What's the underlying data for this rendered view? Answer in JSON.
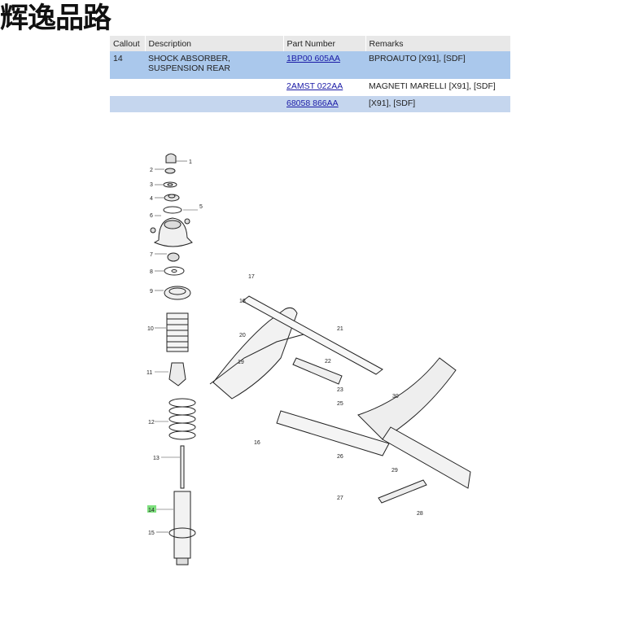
{
  "brand": "辉逸品路",
  "table": {
    "headers": [
      "Callout",
      "Description",
      "Part Number",
      "Remarks"
    ],
    "rows": [
      {
        "callout": "14",
        "description": "SHOCK ABSORBER, SUSPENSION REAR",
        "part_number": "1BP00 605AA",
        "remarks": "BPROAUTO [X91], [SDF]"
      },
      {
        "callout": "",
        "description": "",
        "part_number": "2AMST 022AA",
        "remarks": "MAGNETI MARELLI [X91], [SDF]"
      },
      {
        "callout": "",
        "description": "",
        "part_number": "68058 866AA",
        "remarks": "[X91], [SDF]"
      }
    ]
  },
  "diagram": {
    "callouts": [
      "1",
      "2",
      "3",
      "4",
      "5",
      "6",
      "7",
      "8",
      "9",
      "10",
      "11",
      "12",
      "13",
      "14",
      "15",
      "16",
      "17",
      "18",
      "19",
      "20",
      "21",
      "22",
      "23",
      "25",
      "26",
      "27",
      "28",
      "29",
      "30"
    ],
    "highlighted_callout": "14",
    "highlight_color": "#7ee07e"
  }
}
